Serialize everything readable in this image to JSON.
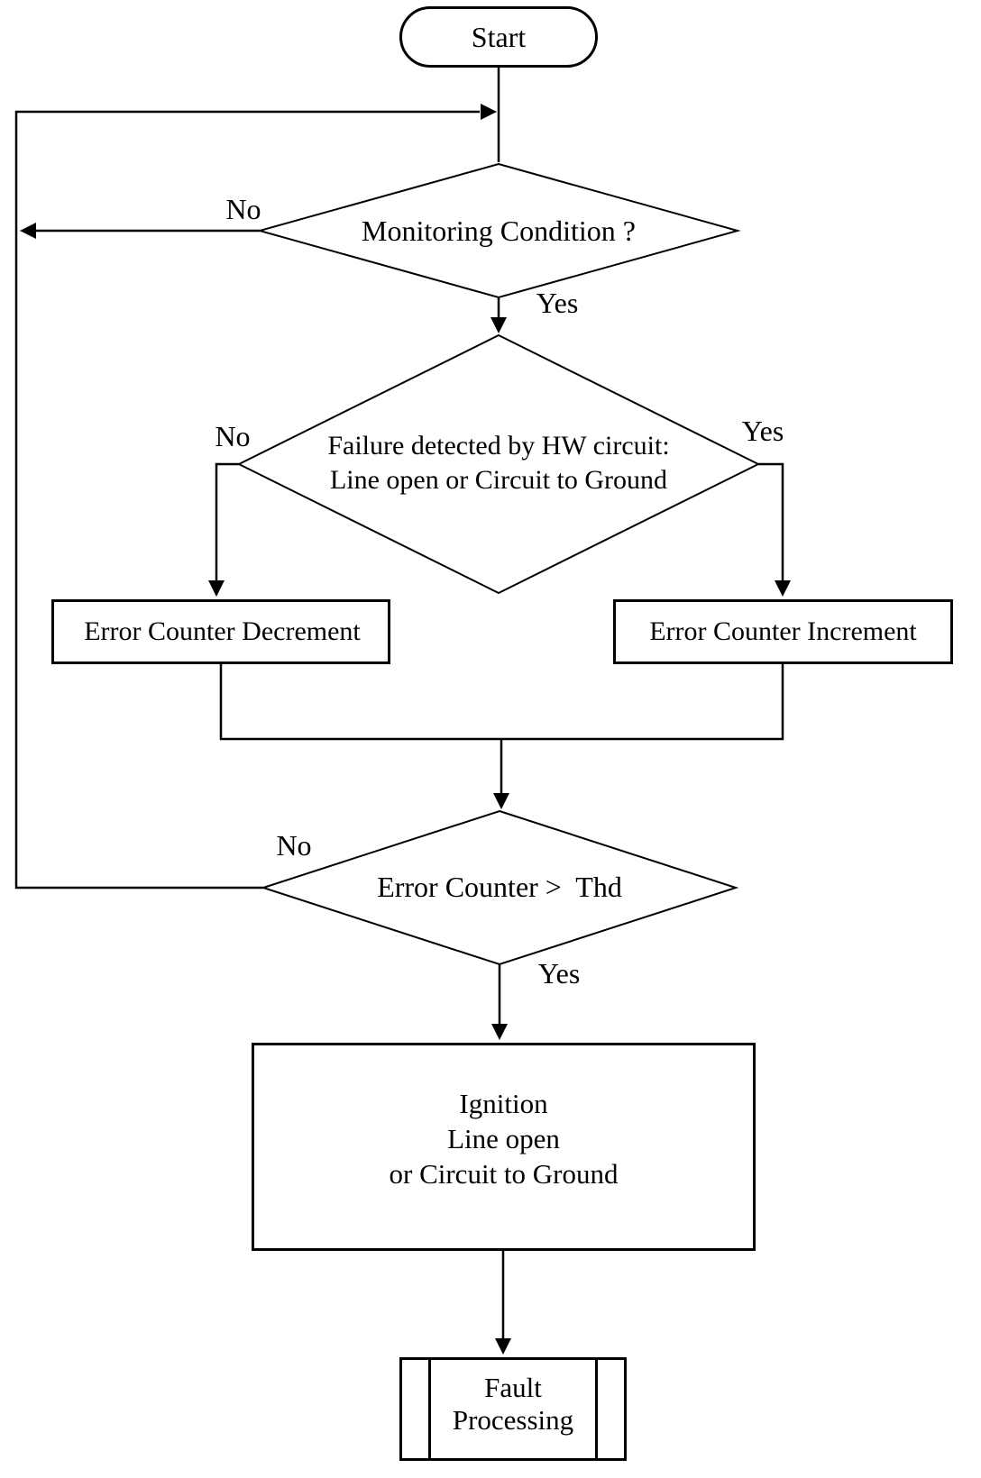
{
  "diagram": {
    "type": "flowchart",
    "background": "#ffffff",
    "line_color": "#000000",
    "text_color": "#000000",
    "nodes": {
      "start": {
        "type": "terminator",
        "label": "Start"
      },
      "monitoring": {
        "type": "decision",
        "label": "Monitoring Condition ?"
      },
      "failure": {
        "type": "decision",
        "line1": "Failure detected by HW circuit:",
        "line2": "Line open or Circuit to Ground"
      },
      "decrement": {
        "type": "process",
        "label": "Error Counter Decrement"
      },
      "increment": {
        "type": "process",
        "label": "Error Counter Increment"
      },
      "threshold": {
        "type": "decision",
        "label": "Error Counter >  Thd"
      },
      "ignition": {
        "type": "process",
        "line1": "Ignition",
        "line2": "Line open",
        "line3": "or Circuit to Ground"
      },
      "fault": {
        "type": "predefined_process",
        "line1": "Fault",
        "line2": "Processing"
      }
    },
    "edges": {
      "monitoring_no": "No",
      "monitoring_yes": "Yes",
      "failure_no": "No",
      "failure_yes": "Yes",
      "threshold_no": "No",
      "threshold_yes": "Yes"
    }
  }
}
